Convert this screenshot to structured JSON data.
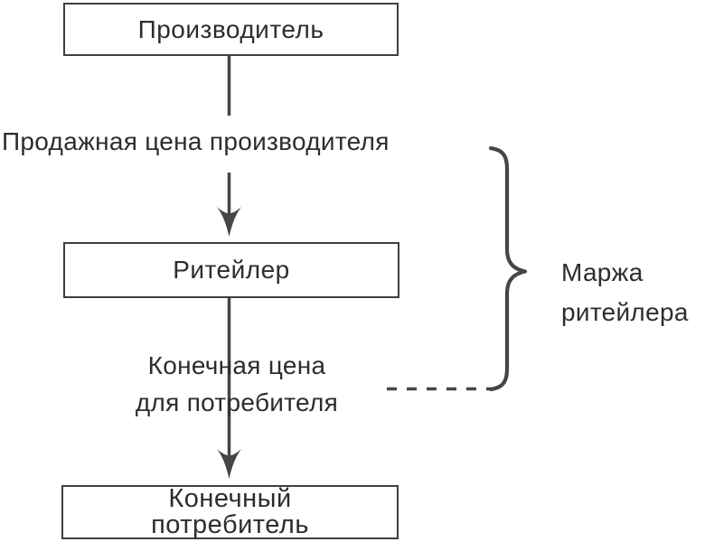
{
  "diagram": {
    "title_hint": "Price flow from manufacturer to end consumer",
    "nodes": {
      "producer": {
        "label": "Производитель"
      },
      "retailer": {
        "label": "Ритейлер"
      },
      "consumer": {
        "label_line1": "Конечный",
        "label_line2": "потребитель"
      }
    },
    "labels": {
      "producer_price": "Продажная цена производителя",
      "final_price_line1": "Конечная цена",
      "final_price_line2": "для потребителя",
      "margin_line1": "Маржа",
      "margin_line2": "ритейлера"
    },
    "colors": {
      "stroke": "#464646",
      "text": "#2d2d2d",
      "background": "#ffffff",
      "box_border": "#3f3f3f"
    }
  }
}
